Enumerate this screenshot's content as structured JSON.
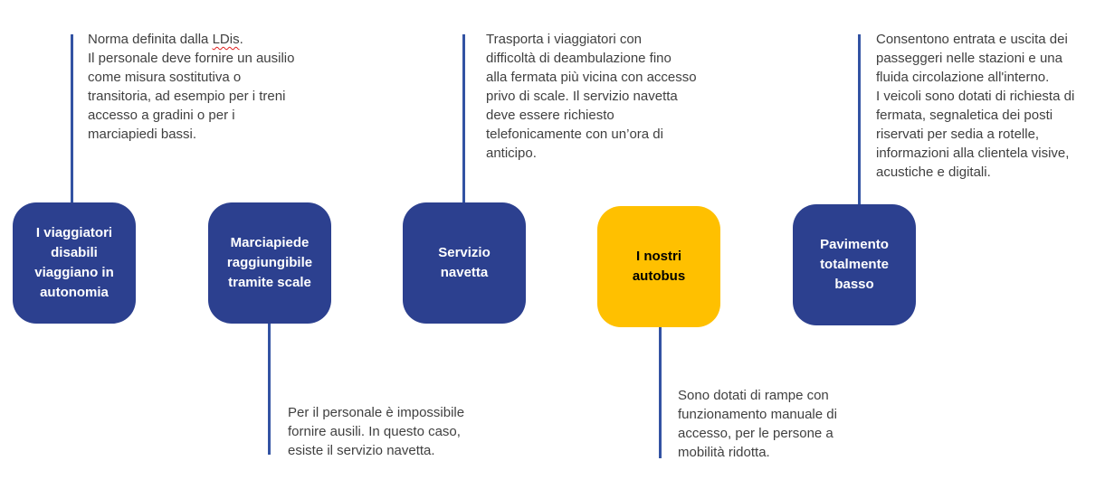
{
  "colors": {
    "box_blue": "#2C408F",
    "box_gold": "#FFC000",
    "connector_blue": "#3353A3",
    "annotation_text": "#404040",
    "box_text_light": "#FFFFFF",
    "box_text_dark": "#000000",
    "spellcheck_underline": "#E02020"
  },
  "annotations": [
    {
      "prefix": "Norma definita dalla ",
      "misspelled_word": "LDis",
      "rest": ".\nIl personale deve fornire un ausilio\ncome misura sostitutiva o\ntransitoria, ad esempio per i treni\naccesso a gradini o per i\nmarciapiedi bassi."
    },
    {
      "text": "Trasporta i viaggiatori con\ndifficoltà di deambulazione fino\nalla fermata più vicina con accesso\nprivo di scale. Il servizio navetta\ndeve essere richiesto\ntelefonicamente con un’ora di\nanticipo."
    },
    {
      "text": "Consentono entrata e uscita dei\npasseggeri nelle stazioni e una\nfluida circolazione all'interno.\nI veicoli sono dotati di richiesta di\nfermata, segnaletica dei posti\nriservati per sedia a rotelle,\ninformazioni alla clientela visive,\nacustiche e digitali."
    },
    {
      "text": "Per il personale è impossibile\nfornire ausili. In questo caso,\nesiste il servizio navetta."
    },
    {
      "text": "Sono dotati di rampe con\nfunzionamento manuale di\naccesso, per le persone a\nmobilità ridotta."
    }
  ],
  "boxes": [
    {
      "label": "I viaggiatori\ndisabili\nviaggiano in\nautonomia",
      "bg": "#2C408F",
      "text_color": "#FFFFFF"
    },
    {
      "label": "Marciapiede\nraggiungibile\ntramite scale",
      "bg": "#2C408F",
      "text_color": "#FFFFFF"
    },
    {
      "label": "Servizio\nnavetta",
      "bg": "#2C408F",
      "text_color": "#FFFFFF"
    },
    {
      "label": "I nostri\nautobus",
      "bg": "#FFC000",
      "text_color": "#000000"
    },
    {
      "label": "Pavimento\ntotalmente\nbasso",
      "bg": "#2C408F",
      "text_color": "#FFFFFF"
    }
  ]
}
